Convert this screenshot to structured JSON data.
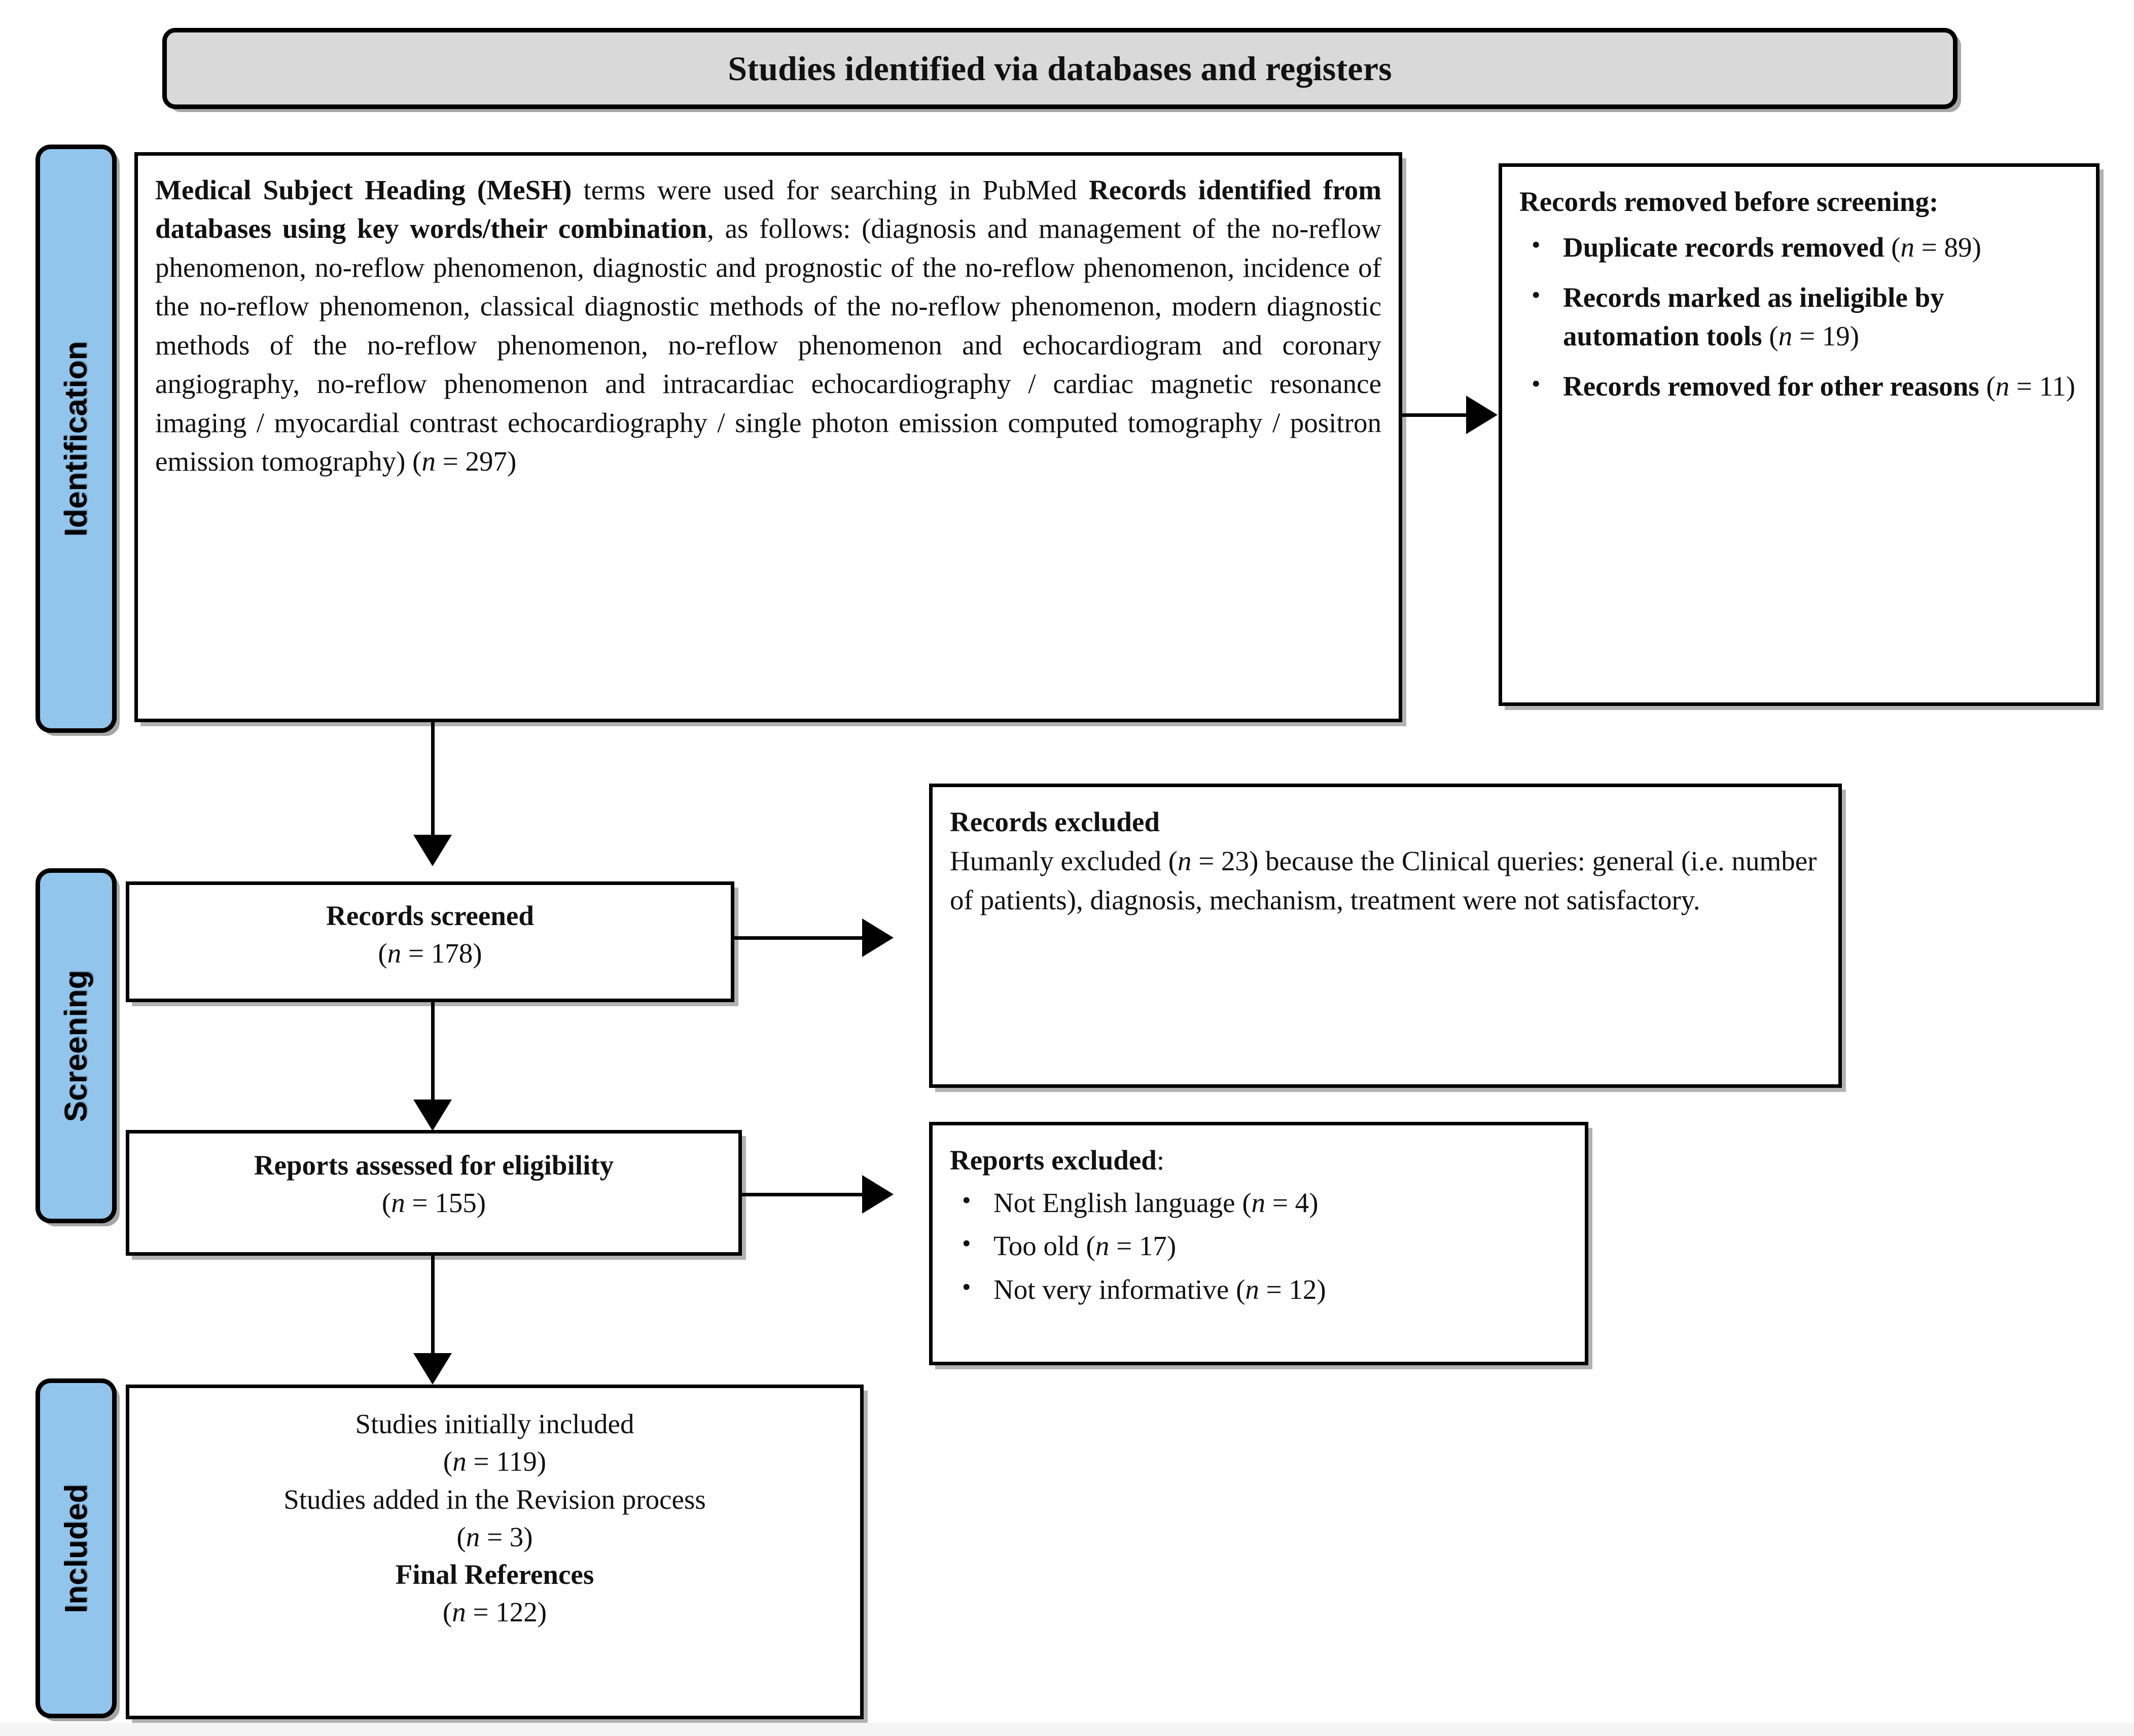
{
  "banner": {
    "title": "Studies identified via databases and registers"
  },
  "stages": [
    {
      "key": "identification",
      "label": "Identification"
    },
    {
      "key": "screening",
      "label": "Screening"
    },
    {
      "key": "included",
      "label": "Included"
    }
  ],
  "boxes": {
    "identification_search": {
      "bold_lead_1": "Medical Subject Heading (MeSH)",
      "normal_1": " terms were used for searching in PubMed ",
      "bold_lead_2": "Records identified from databases using key words/their combination",
      "normal_2": ", as follows: (diagnosis and management of the no-reflow phenomenon, no-reflow phenomenon, diagnostic and prognostic of the no-reflow phenomenon, incidence of the no-reflow phenomenon, classical diagnostic methods of the no-reflow phenomenon, modern diagnostic methods of the no-reflow phenomenon, no-reflow phenomenon and echocardiogram and coronary angiography, no-reflow phenomenon and intracardiac echocardiography / cardiac magnetic resonance imaging / myocardial contrast echocardiography / single photon emission computed tomography / positron emission tomography) (",
      "n_italic": "n",
      "n_value": " = 297)"
    },
    "records_removed": {
      "heading": "Records removed before screening:",
      "items": [
        {
          "text": "Duplicate records removed",
          "n_label": "n",
          "n_value": " = 89"
        },
        {
          "text": "Records marked as ineligible by automation tools",
          "n_label": "n",
          "n_value": " = 19"
        },
        {
          "text": "Records removed for other reasons",
          "n_label": "n",
          "n_value": " = 11"
        }
      ]
    },
    "records_screened": {
      "title": "Records screened",
      "n_label": "n",
      "n_value": " = 178"
    },
    "records_excluded": {
      "heading": "Records excluded",
      "body_part1": "Humanly excluded (",
      "n_label": "n",
      "n_value": " = 23",
      "body_part2": ") because the Clinical queries: general (i.e. number of patients), diagnosis, mechanism, treatment were not satisfactory."
    },
    "reports_assessed": {
      "title": "Reports assessed for eligibility",
      "n_label": "n",
      "n_value": " = 155"
    },
    "reports_excluded": {
      "heading": "Reports excluded",
      "heading_suffix": ":",
      "items": [
        {
          "text": "Not English language",
          "n_label": "n",
          "n_value": " = 4"
        },
        {
          "text": "Too old",
          "n_label": "n",
          "n_value": " = 17"
        },
        {
          "text": "Not very informative",
          "n_label": "n",
          "n_value": " = 12"
        }
      ]
    },
    "studies_included": {
      "line1": "Studies initially included",
      "line1_n_label": "n",
      "line1_n_value": " = 119",
      "line2": "Studies added in the Revision process",
      "line2_n_label": "n",
      "line2_n_value": " = 3",
      "line3": "Final References",
      "line3_n_label": "n",
      "line3_n_value": " = 122"
    }
  },
  "colors": {
    "stage_blue": "#92c5ec",
    "banner_gray": "#d9d9d9",
    "outline": "#000000",
    "page_background": "#ffffff"
  }
}
